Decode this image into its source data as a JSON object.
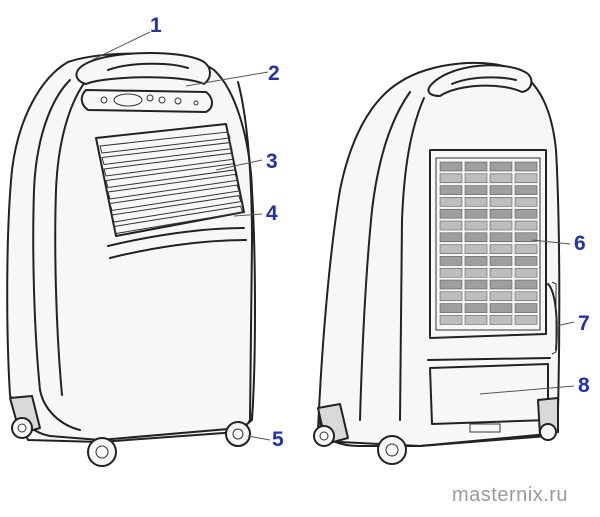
{
  "callouts": [
    "1",
    "2",
    "3",
    "4",
    "5",
    "6",
    "7",
    "8"
  ],
  "watermark": "masternix.ru",
  "colors": {
    "callout": "#1f2fbf",
    "line": "#222222",
    "watermark": "#9a9a9a"
  }
}
